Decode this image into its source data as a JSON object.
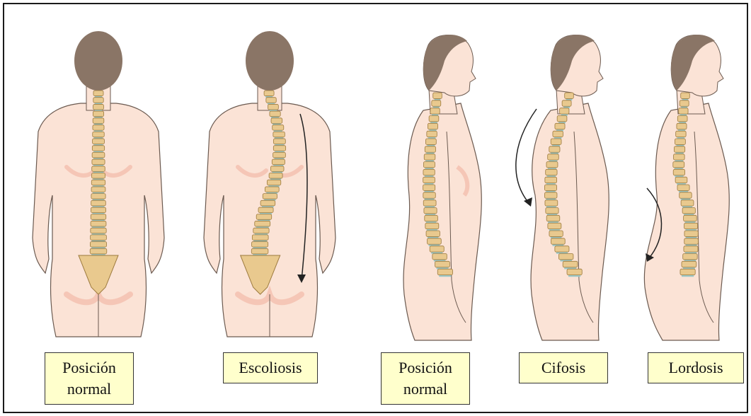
{
  "labels": {
    "normal_back": "Posición\nnormal",
    "scoliosis": "Escoliosis",
    "normal_side": "Posición\nnormal",
    "kyphosis": "Cifosis",
    "lordosis": "Lordosis"
  },
  "colors": {
    "skin": "#fbe3d6",
    "skin_shadow": "#f2b9a8",
    "hair": "#8a7566",
    "bone": "#e9c98e",
    "bone_edge": "#9c7a3e",
    "disc": "#9cc8c8",
    "label_bg": "#ffffcc",
    "outline": "#6b5a50"
  }
}
